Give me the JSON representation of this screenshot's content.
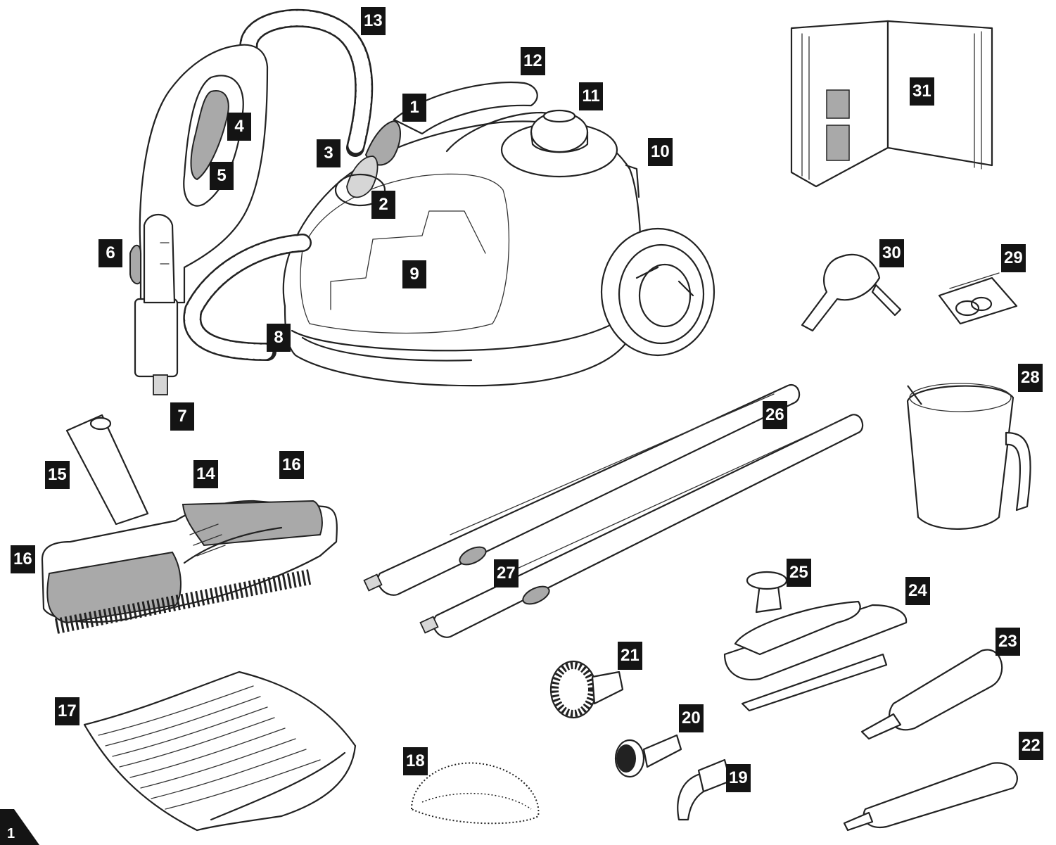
{
  "figure": {
    "number": "1"
  },
  "callouts": [
    {
      "id": "1",
      "label": "1"
    },
    {
      "id": "2",
      "label": "2"
    },
    {
      "id": "3",
      "label": "3"
    },
    {
      "id": "4",
      "label": "4"
    },
    {
      "id": "5",
      "label": "5"
    },
    {
      "id": "6",
      "label": "6"
    },
    {
      "id": "7",
      "label": "7"
    },
    {
      "id": "8",
      "label": "8"
    },
    {
      "id": "9",
      "label": "9"
    },
    {
      "id": "10",
      "label": "10"
    },
    {
      "id": "11",
      "label": "11"
    },
    {
      "id": "12",
      "label": "12"
    },
    {
      "id": "13",
      "label": "13"
    },
    {
      "id": "14",
      "label": "14"
    },
    {
      "id": "15",
      "label": "15"
    },
    {
      "id": "16a",
      "label": "16"
    },
    {
      "id": "16b",
      "label": "16"
    },
    {
      "id": "17",
      "label": "17"
    },
    {
      "id": "18",
      "label": "18"
    },
    {
      "id": "19",
      "label": "19"
    },
    {
      "id": "20",
      "label": "20"
    },
    {
      "id": "21",
      "label": "21"
    },
    {
      "id": "22",
      "label": "22"
    },
    {
      "id": "23",
      "label": "23"
    },
    {
      "id": "24",
      "label": "24"
    },
    {
      "id": "25",
      "label": "25"
    },
    {
      "id": "26",
      "label": "26"
    },
    {
      "id": "27",
      "label": "27"
    },
    {
      "id": "28",
      "label": "28"
    },
    {
      "id": "29",
      "label": "29"
    },
    {
      "id": "30",
      "label": "30"
    },
    {
      "id": "31",
      "label": "31"
    }
  ],
  "colors": {
    "callout_bg": "#141414",
    "callout_text": "#ffffff",
    "line": "#222222",
    "shade": "#a9a9a9"
  }
}
